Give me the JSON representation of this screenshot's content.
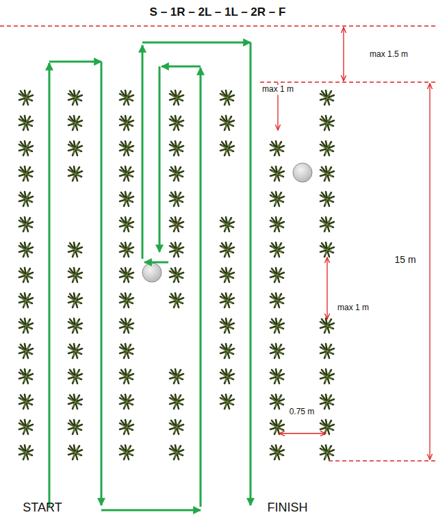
{
  "diagram": {
    "title": "S – 1R – 2L – 1L – 2R – F",
    "labels": [
      "max 1.5 m",
      "max 1 m",
      "max 1 m",
      "15 m",
      "0.75 m",
      "START",
      "FINISH"
    ]
  }
}
